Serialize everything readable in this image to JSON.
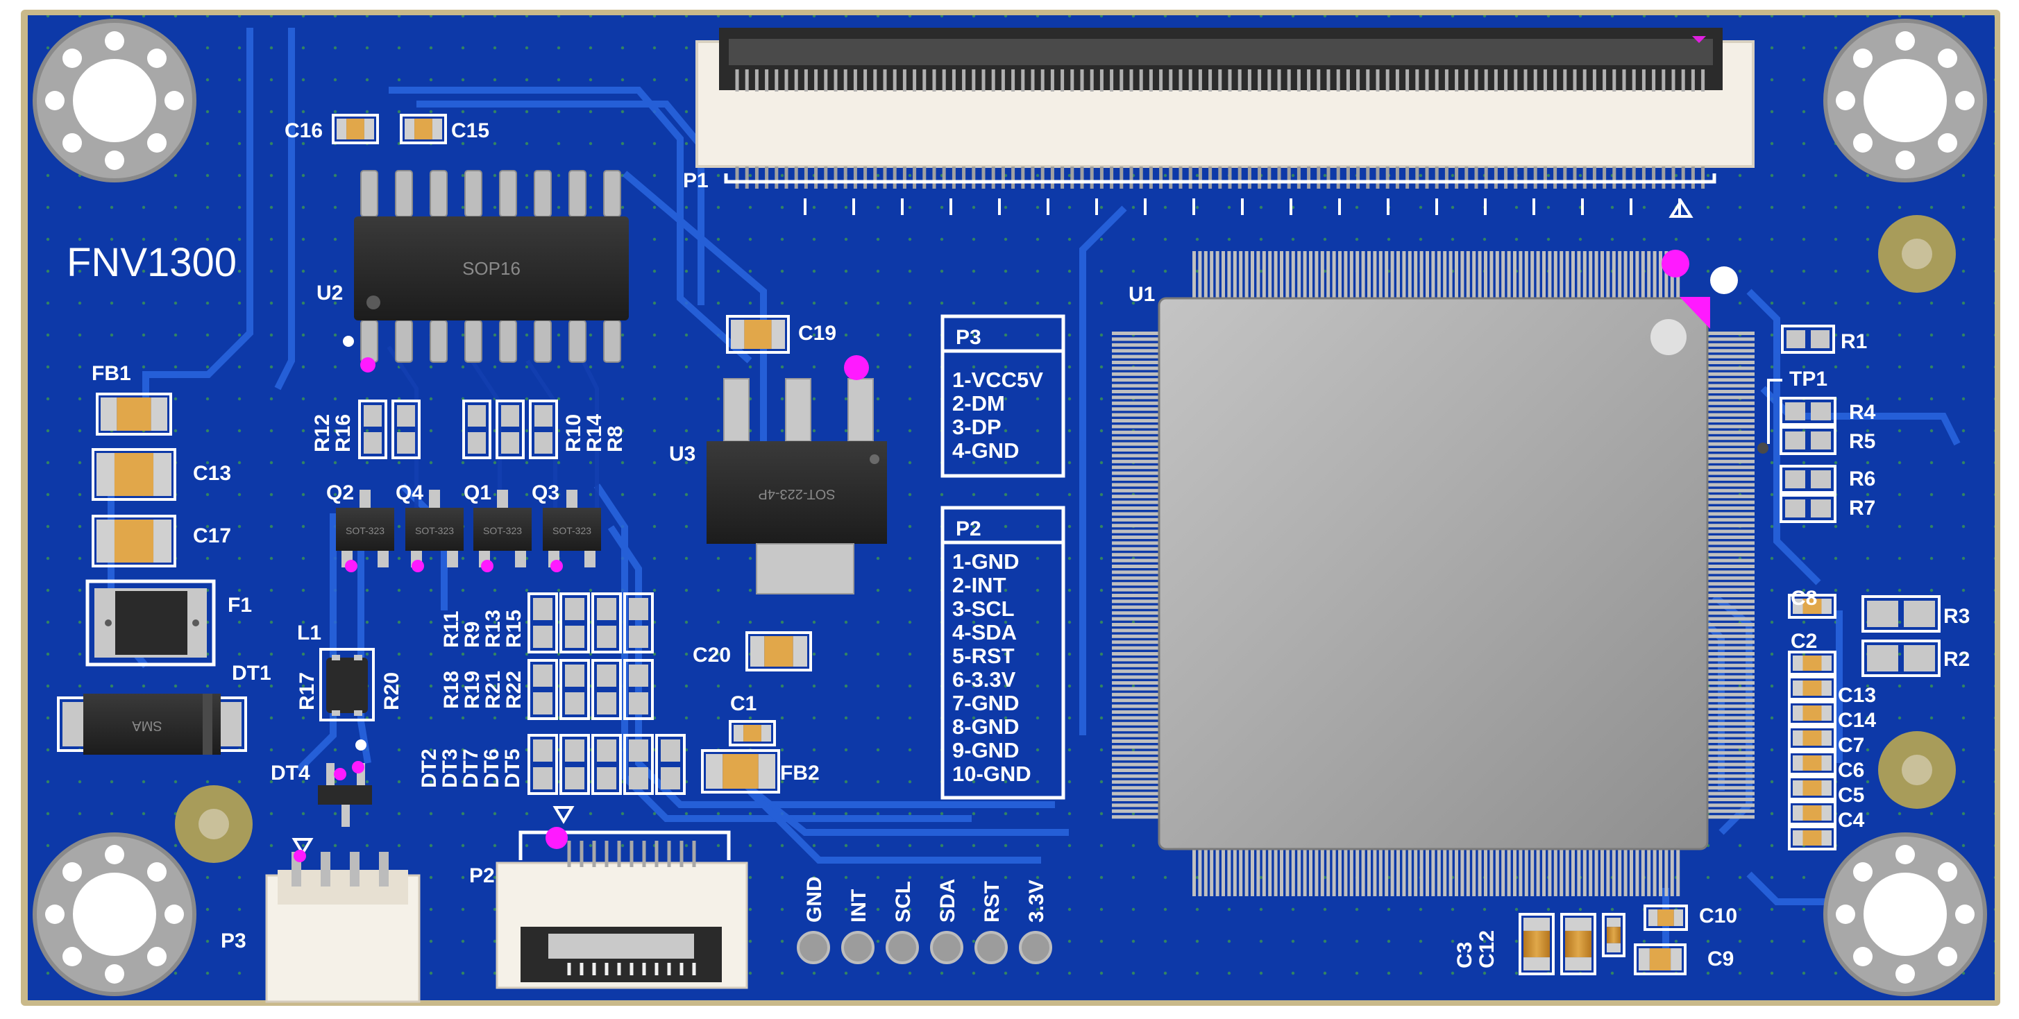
{
  "board": {
    "title": "FNV1300",
    "colors": {
      "substrate": "#0f3fb8",
      "copper": "#1d5bd6",
      "edge": "#c9b98a",
      "silkscreen": "#ffffff",
      "pad": "#c8c8c8",
      "via": "#ff1aff"
    }
  },
  "components": {
    "mcu": "U1",
    "sop_chip": "U2",
    "sop_marking": "SOP16",
    "regulator": "U3",
    "regulator_marking": "SOT-223-4P",
    "tvs": "DT1",
    "tvs_marking": "SMA",
    "esd": "DT4",
    "inductor": "L1",
    "fuse": "F1",
    "fb1": "FB1",
    "fb2": "FB2",
    "testpoint": "TP1",
    "fpc_connector": "P1",
    "fpc_small": "P2",
    "jst_connector": "P3",
    "transistors": [
      "Q2",
      "Q4",
      "Q1",
      "Q3"
    ],
    "transistor_marking": "SOT-323",
    "capacitors": {
      "c16": "C16",
      "c15": "C15",
      "c13": "C13",
      "c17": "C17",
      "c19": "C19",
      "c20": "C20",
      "c1": "C1",
      "c8": "C8",
      "c2": "C2",
      "c10": "C10",
      "c9": "C9",
      "c3": "C3",
      "c12": "C12"
    },
    "right_caps": [
      "C13",
      "C14",
      "C7",
      "C6",
      "C5",
      "C4"
    ],
    "right_resistors": [
      "R1",
      "R4",
      "R5",
      "R6",
      "R7",
      "R3",
      "R2"
    ],
    "left_resistors": [
      "R12",
      "R16"
    ],
    "mid_resistors": [
      "R10",
      "R14",
      "R8"
    ],
    "res_group_a": [
      "R11",
      "R9",
      "R13",
      "R15"
    ],
    "res_group_b": [
      "R18",
      "R19",
      "R21",
      "R22"
    ],
    "diode_group": [
      "DT2",
      "DT3",
      "DT7",
      "DT6",
      "DT5"
    ],
    "l1_side_left": "R17",
    "l1_side_right": "R20"
  },
  "pinout": {
    "p3": {
      "title": "P3",
      "pins": [
        "1-VCC5V",
        "2-DM",
        "3-DP",
        "4-GND"
      ]
    },
    "p2": {
      "title": "P2",
      "pins": [
        "1-GND",
        "2-INT",
        "3-SCL",
        "4-SDA",
        "5-RST",
        "6-3.3V",
        "7-GND",
        "8-GND",
        "9-GND",
        "10-GND"
      ]
    }
  },
  "test_pads": [
    "GND",
    "INT",
    "SCL",
    "SDA",
    "RST",
    "3.3V"
  ]
}
